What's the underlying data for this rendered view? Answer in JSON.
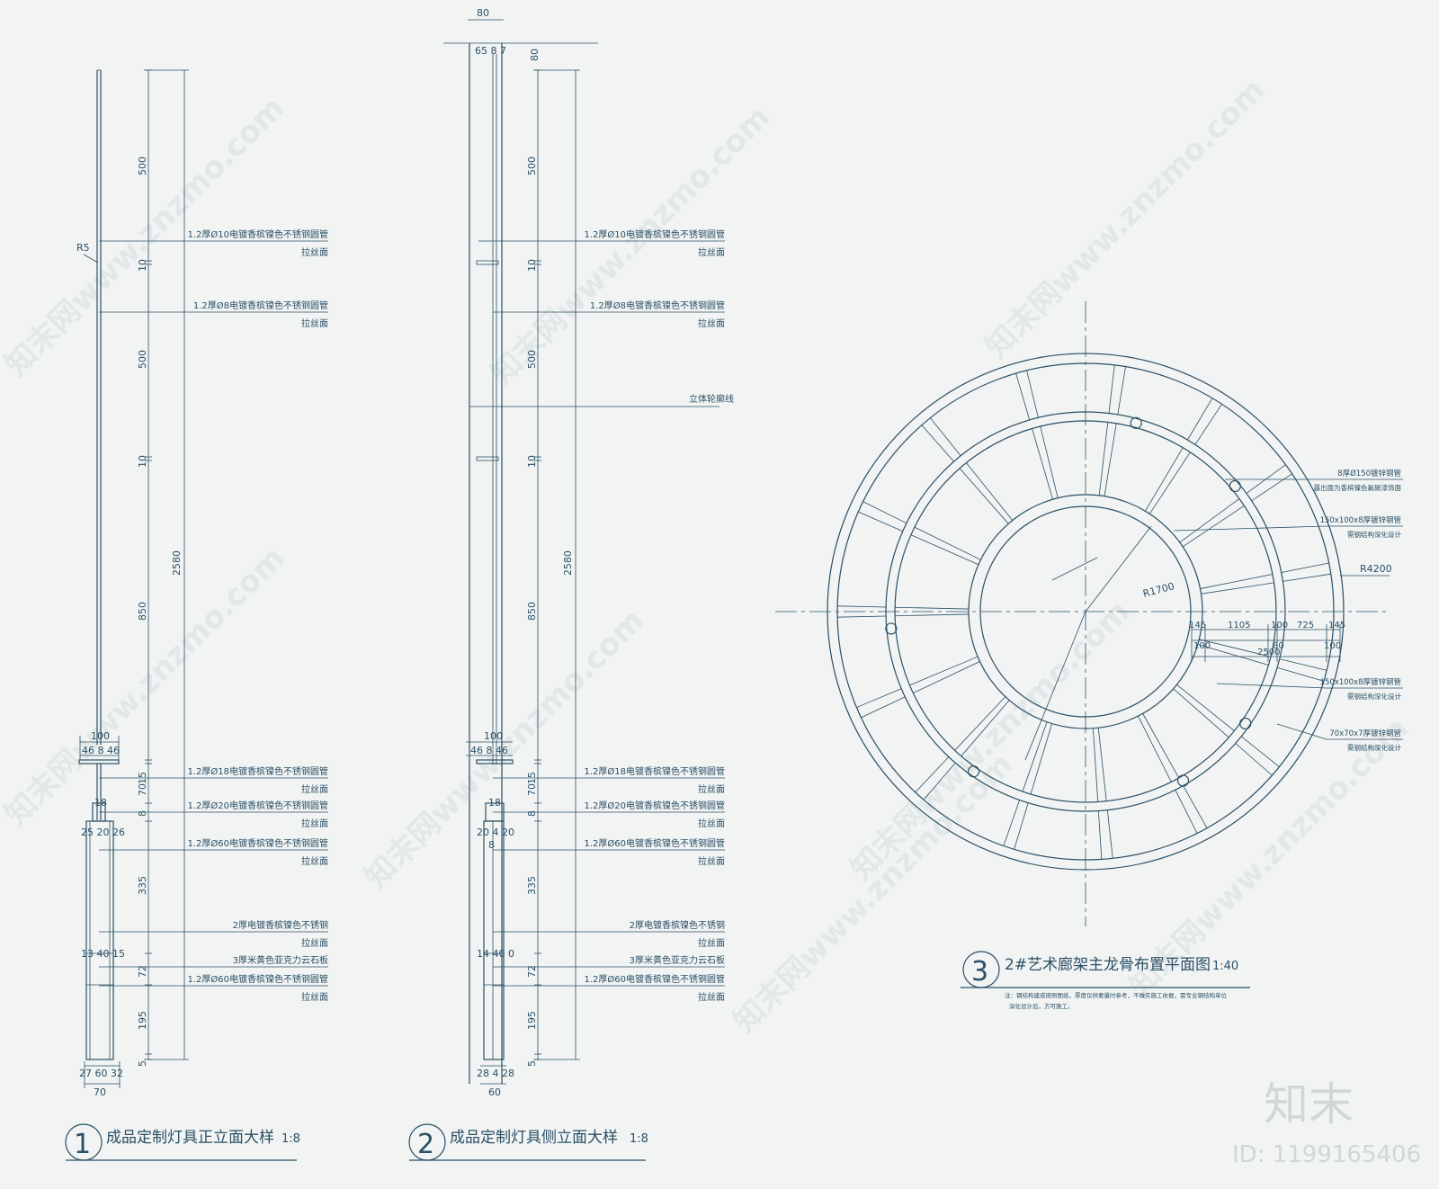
{
  "watermark": {
    "text": "知末网www.znzmo.com",
    "logo": "知末",
    "id": "ID: 1199165406"
  },
  "view1": {
    "number": "1",
    "title": "成品定制灯具正立面大样",
    "scale": "1:8",
    "r_label": "R5",
    "top_dims": {
      "total": "100",
      "parts": "46 8 46"
    },
    "bottom_dims": {
      "parts": "27 60 32",
      "total": "70"
    },
    "left_dims": {
      "d18": "18",
      "parts": "25 20 26",
      "parts2": "13 40 15"
    },
    "vdims": [
      "500",
      "10",
      "500",
      "10",
      "850",
      "15",
      "70",
      "8",
      "335",
      "72",
      "195",
      "5"
    ],
    "total_dim": "2580"
  },
  "view2": {
    "number": "2",
    "title": "成品定制灯具侧立面大样",
    "scale": "1:8",
    "top_dims": {
      "w80": "80",
      "parts": "65 8 7",
      "h80": "80"
    },
    "mid_dims": {
      "total": "100",
      "parts": "46 8 46"
    },
    "left_dims": {
      "d18": "18",
      "parts": "20 4 20",
      "d8": "8",
      "parts2": "14 40 0"
    },
    "bottom_dims": {
      "parts": "28 4 28",
      "total": "60"
    },
    "vdims": [
      "500",
      "10",
      "500",
      "10",
      "850",
      "15",
      "70",
      "8",
      "335",
      "72",
      "195",
      "5"
    ],
    "total_dim": "2580",
    "outline_note": "立体轮廓线"
  },
  "labels": [
    {
      "main": "1.2厚Ø10电镀香槟镍色不锈钢圆管",
      "sub": "拉丝面"
    },
    {
      "main": "1.2厚Ø8电镀香槟镍色不锈钢圆管",
      "sub": "拉丝面"
    },
    {
      "main": "1.2厚Ø18电镀香槟镍色不锈钢圆管",
      "sub": "拉丝面"
    },
    {
      "main": "1.2厚Ø20电镀香槟镍色不锈钢圆管",
      "sub": "拉丝面"
    },
    {
      "main": "1.2厚Ø60电镀香槟镍色不锈钢圆管",
      "sub": "拉丝面"
    },
    {
      "main": "2厚电镀香槟镍色不锈钢",
      "sub": "拉丝面"
    },
    {
      "main": "3厚米黄色亚克力云石板",
      "sub": ""
    },
    {
      "main": "1.2厚Ø60电镀香槟镍色不锈钢圆管",
      "sub": "拉丝面"
    }
  ],
  "view3": {
    "number": "3",
    "title": "2#艺术廊架主龙骨布置平面图",
    "scale": "1:40",
    "note_line1": "注：钢结构建成按照图纸，厚度仅供要量时参考，不做实施工依据，需专业钢结构单位",
    "note_line2": "深化设计后，方可施工。",
    "radius_inner": "R1700",
    "radius_outer": "R4200",
    "dims_top": [
      "145",
      "1105",
      "100",
      "725",
      "145"
    ],
    "dims_mid": [
      "100",
      "80",
      "100"
    ],
    "dims_total": "2500",
    "callouts": [
      {
        "main": "8厚Ø150镀锌钢管",
        "sub": "露出面为香槟镍色氟碳漆饰面"
      },
      {
        "main": "150x100x8厚镀锌钢管",
        "sub": "需钢结构深化设计"
      },
      {
        "main": "150x100x8厚镀锌钢管",
        "sub": "需钢结构深化设计"
      },
      {
        "main": "70x70x7厚镀锌钢管",
        "sub": "需钢结构深化设计"
      }
    ]
  },
  "colors": {
    "line": "#2b4f66",
    "background": "#f1f4f3",
    "watermark": "#e2e8e8"
  }
}
